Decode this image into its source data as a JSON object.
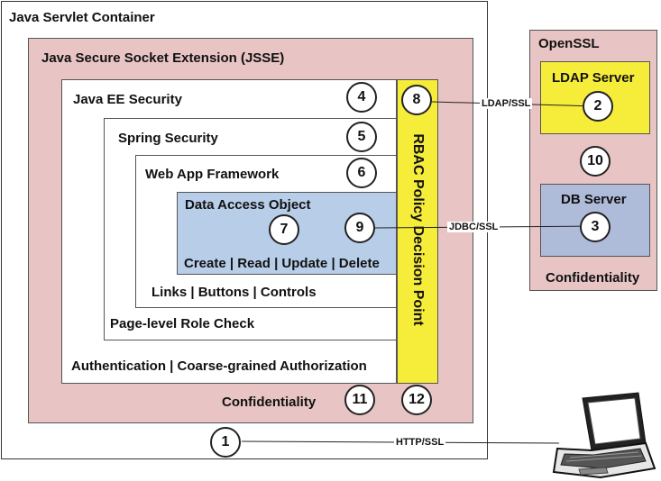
{
  "container": {
    "title": "Java Servlet Container"
  },
  "jsse": {
    "title": "Java Secure Socket Extension (JSSE)",
    "footer": "Confidentiality"
  },
  "layers": {
    "javaee": "Java EE Security",
    "spring": "Spring Security",
    "webapp": "Web App Framework",
    "dao": "Data Access Object",
    "crud": "Create | Read | Update | Delete",
    "links": "Links | Buttons | Controls",
    "page_role": "Page-level Role Check",
    "auth": "Authentication | Coarse-grained Authorization"
  },
  "rbac": {
    "label": "RBAC Policy Decision Point"
  },
  "openssl": {
    "title": "OpenSSL",
    "ldap": "LDAP Server",
    "db": "DB Server",
    "footer": "Confidentiality"
  },
  "connectors": {
    "ldap": "LDAP/SSL",
    "jdbc": "JDBC/SSL",
    "http": "HTTP/SSL"
  },
  "numbers": {
    "n1": "1",
    "n2": "2",
    "n3": "3",
    "n4": "4",
    "n5": "5",
    "n6": "6",
    "n7": "7",
    "n8": "8",
    "n9": "9",
    "n10": "10",
    "n11": "11",
    "n12": "12"
  },
  "colors": {
    "pink": "#e8c4c4",
    "yellow": "#f6ec3a",
    "blue": "#b7cde8",
    "db_blue": "#aebbd9"
  }
}
